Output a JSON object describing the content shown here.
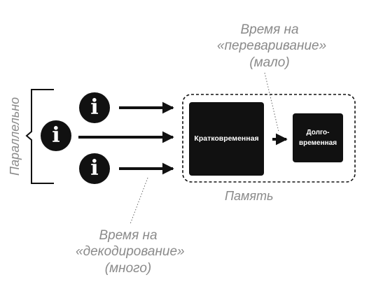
{
  "labels": {
    "vertical": "Параллельно",
    "digestion_line1": "Время на",
    "digestion_line2": "«переваривание»",
    "digestion_line3": "(мало)",
    "decoding_line1": "Время на",
    "decoding_line2": "«декодирование»",
    "decoding_line3": "(много)",
    "memory": "Память"
  },
  "boxes": {
    "short_term": "Кратковременная",
    "long_term_line1": "Долго-",
    "long_term_line2": "временная"
  },
  "icons": {
    "info_glyph": "i"
  },
  "colors": {
    "ink": "#111111",
    "caption": "#8a8a8a",
    "background": "#ffffff"
  }
}
